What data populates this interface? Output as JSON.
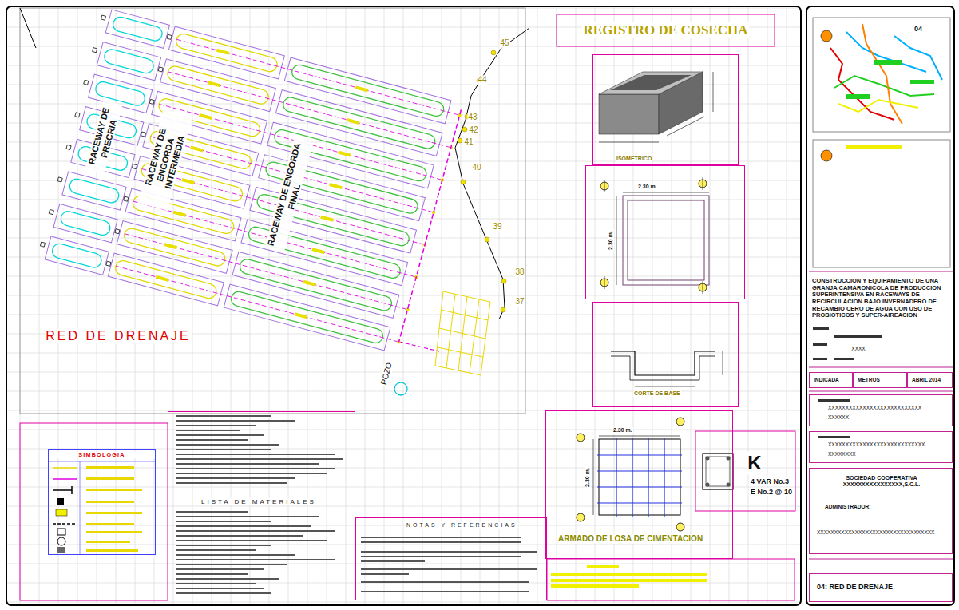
{
  "diagram": {
    "title": "REGISTRO DE COSECHA",
    "nodes": [
      {
        "text": [
          "ISOMETRICO"
        ]
      },
      {
        "text": [
          "2.30 m.",
          "2.30 m."
        ]
      },
      {
        "text": [
          "CORTE DE BASE"
        ]
      },
      {
        "text": [
          "2.30 m.",
          "2.30 m.",
          "ARMADO DE LOSA DE CIMENTACION"
        ]
      },
      {
        "text": [
          "SIMBOLOGIA"
        ]
      },
      {
        "text": [
          "LISTA DE MATERIALES"
        ]
      },
      {
        "text": [
          "NOTAS Y REFERENCIAS"
        ]
      },
      {
        "text": [
          "CONSTRUCCION Y EQUIPAMIENTO DE UNA GRANJA CAMARONICOLA DE PRODUCCION SUPERINTENSIVA EN RACEWAYS DE RECIRCULACION BAJO INVERNADERO DE RECAMBIO CERO DE AGUA CON USO DE PROBIOTICOS Y SUPER-AIREACION"
        ]
      },
      {
        "text": [
          "INDICADA"
        ]
      },
      {
        "text": [
          "METROS"
        ]
      },
      {
        "text": [
          "ABRIL 2014"
        ]
      },
      {
        "text": [
          "XXXXXXXXXXXXXXXXXXXXXXXXXXX",
          "XXXXXX"
        ]
      },
      {
        "text": [
          "XXXXXXXXXXXXXXXXXXXXXXXXXXXX",
          "XXXXXXXX"
        ]
      },
      {
        "text": [
          "SOCIEDAD COOPERATIVA XXXXXXXXXXXXXXXX,S.C.L.",
          "ADMINISTRADOR:",
          "XXXXXXXXXXXXXXXXXXXXXXXXXXXXXXXXXX"
        ]
      },
      {
        "text": [
          "04: RED DE DRENAJE"
        ]
      }
    ],
    "labels": [
      "RACEWAY DE PRECRIA",
      "RACEWAY DE ENGORDA INTERMEDIA",
      "RACEWAY DE ENGORDA FINAL",
      "RED DE DRENAJE",
      "POZO",
      "45",
      "44",
      "43",
      "42",
      "41",
      "40",
      "39",
      "38",
      "37",
      "K",
      "4 VAR No.3",
      "E No.2 @ 10",
      "04",
      "XXXX"
    ]
  }
}
